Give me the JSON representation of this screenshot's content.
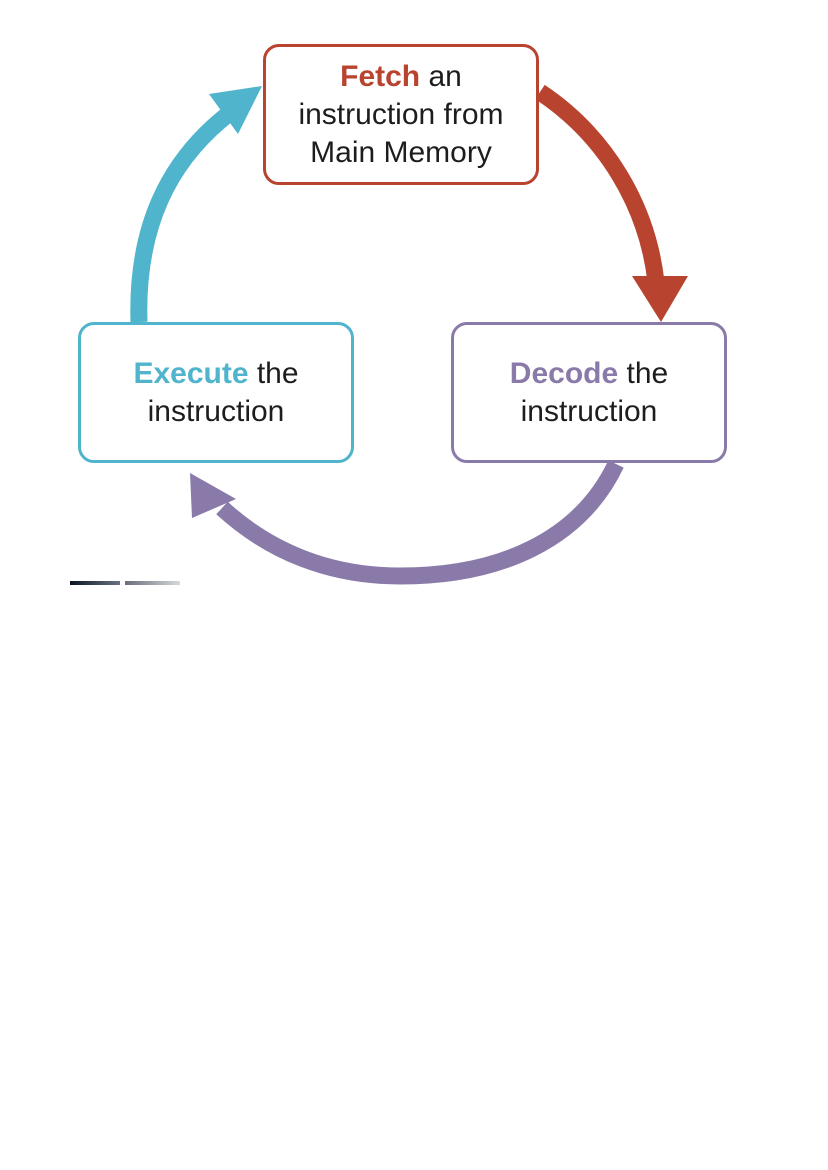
{
  "colors": {
    "fetch": "#b8432f",
    "decode": "#8a7aaa",
    "execute": "#4fb4cc",
    "text": "#1d1d1d"
  },
  "steps": {
    "fetch": {
      "keyword": "Fetch",
      "line1_rest": " an",
      "line2": "instruction from",
      "line3": "Main Memory"
    },
    "decode": {
      "keyword": "Decode",
      "line1_rest": " the",
      "line2": "instruction"
    },
    "execute": {
      "keyword": "Execute",
      "line1_rest": " the",
      "line2": "instruction"
    }
  }
}
